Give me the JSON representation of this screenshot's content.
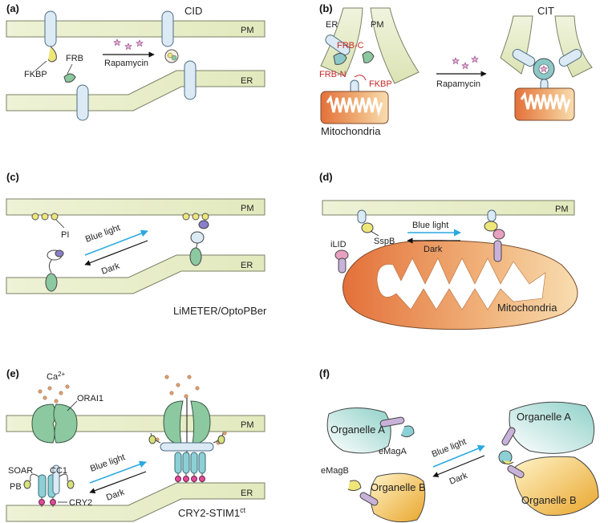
{
  "panels": {
    "a": {
      "letter": "(a)",
      "title": "CID",
      "pm": "PM",
      "er": "ER",
      "fkbp": "FKBP",
      "frb": "FRB",
      "drug": "Rapamycin"
    },
    "b": {
      "letter": "(b)",
      "title": "CIT",
      "er": "ER",
      "pm": "PM",
      "frbc": "FRB-C",
      "frbn": "FRB-N",
      "fkbp": "FKBP",
      "mito": "Mitochondria",
      "drug": "Rapamycin"
    },
    "c": {
      "letter": "(c)",
      "pm": "PM",
      "er": "ER",
      "pi": "PI",
      "blue": "Blue light",
      "dark": "Dark",
      "name": "LiMETER/OptoPBer"
    },
    "d": {
      "letter": "(d)",
      "pm": "PM",
      "sspb": "SspB",
      "ilid": "iLID",
      "blue": "Blue light",
      "dark": "Dark",
      "mito": "Mitochondria"
    },
    "e": {
      "letter": "(e)",
      "ca": "Ca",
      "ca_sup": "2+",
      "orai": "ORAI1",
      "pm": "PM",
      "er": "ER",
      "soar": "SOAR",
      "cc1": "CC1",
      "pb": "PB",
      "cry2": "CRY2",
      "blue": "Blue light",
      "dark": "Dark",
      "name": "CRY2-STIM1",
      "name_sup": "ct"
    },
    "f": {
      "letter": "(f)",
      "orgA": "Organelle A",
      "orgB": "Organelle B",
      "emaga": "eMagA",
      "emagb": "eMagB",
      "blue": "Blue light",
      "dark": "Dark"
    }
  },
  "colors": {
    "membrane": "#e7edc9",
    "membrane_stroke": "#7a8066",
    "protein": "#dbeaf4",
    "protein_stroke": "#4d6c84",
    "green": "#8cc8a0",
    "yellow": "#efe67a",
    "pink": "#e8a0c0",
    "lilac": "#c9b2d9",
    "mito_dark": "#e47a3c",
    "mito_light": "#f6d6a4",
    "arrow_blue": "#29a9e0",
    "red": "#c62828"
  }
}
